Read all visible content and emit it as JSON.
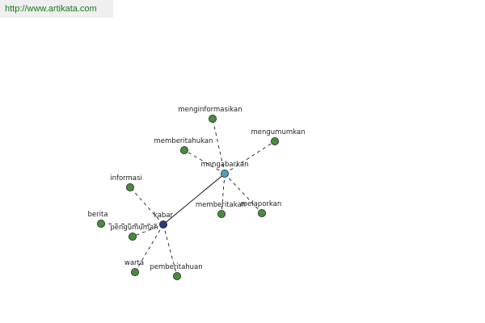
{
  "header": {
    "url_text": "http://www.artikata.com"
  },
  "colors": {
    "url_link": "#1a7a1a",
    "word_node": "#4a8a3f",
    "primary_node": "#2c3b80",
    "secondary_node": "#4aa3b8",
    "node_stroke": "#222222",
    "edge": "#000000"
  },
  "graph": {
    "nodes": [
      {
        "id": "kabar",
        "label": "kabar",
        "kind": "primary"
      },
      {
        "id": "mengabarkan",
        "label": "mengabarkan",
        "kind": "secondary"
      },
      {
        "id": "menginformasikan",
        "label": "menginformasikan",
        "kind": "word"
      },
      {
        "id": "mengumumkan",
        "label": "mengumumkan",
        "kind": "word"
      },
      {
        "id": "memberitahukan",
        "label": "memberitahukan",
        "kind": "word"
      },
      {
        "id": "memberitakan",
        "label": "memberitakan",
        "kind": "word"
      },
      {
        "id": "melaporkan",
        "label": "melaporkan",
        "kind": "word"
      },
      {
        "id": "informasi",
        "label": "informasi",
        "kind": "word"
      },
      {
        "id": "berita",
        "label": "berita",
        "kind": "word"
      },
      {
        "id": "pengumuman",
        "label": "pengumuman",
        "kind": "word"
      },
      {
        "id": "warta",
        "label": "warta",
        "kind": "word"
      },
      {
        "id": "pemberitahuan",
        "label": "pemberitahuan",
        "kind": "word"
      }
    ],
    "edges": [
      {
        "from": "kabar",
        "to": "mengabarkan",
        "style": "solid"
      },
      {
        "from": "mengabarkan",
        "to": "menginformasikan",
        "style": "dashed"
      },
      {
        "from": "mengabarkan",
        "to": "mengumumkan",
        "style": "dashed"
      },
      {
        "from": "mengabarkan",
        "to": "memberitahukan",
        "style": "dashed"
      },
      {
        "from": "mengabarkan",
        "to": "memberitakan",
        "style": "dashed"
      },
      {
        "from": "mengabarkan",
        "to": "melaporkan",
        "style": "dashed"
      },
      {
        "from": "kabar",
        "to": "informasi",
        "style": "dashed"
      },
      {
        "from": "kabar",
        "to": "berita",
        "style": "dashed"
      },
      {
        "from": "kabar",
        "to": "pengumuman",
        "style": "dashed"
      },
      {
        "from": "kabar",
        "to": "warta",
        "style": "dashed"
      },
      {
        "from": "kabar",
        "to": "pemberitahuan",
        "style": "dashed"
      }
    ]
  }
}
